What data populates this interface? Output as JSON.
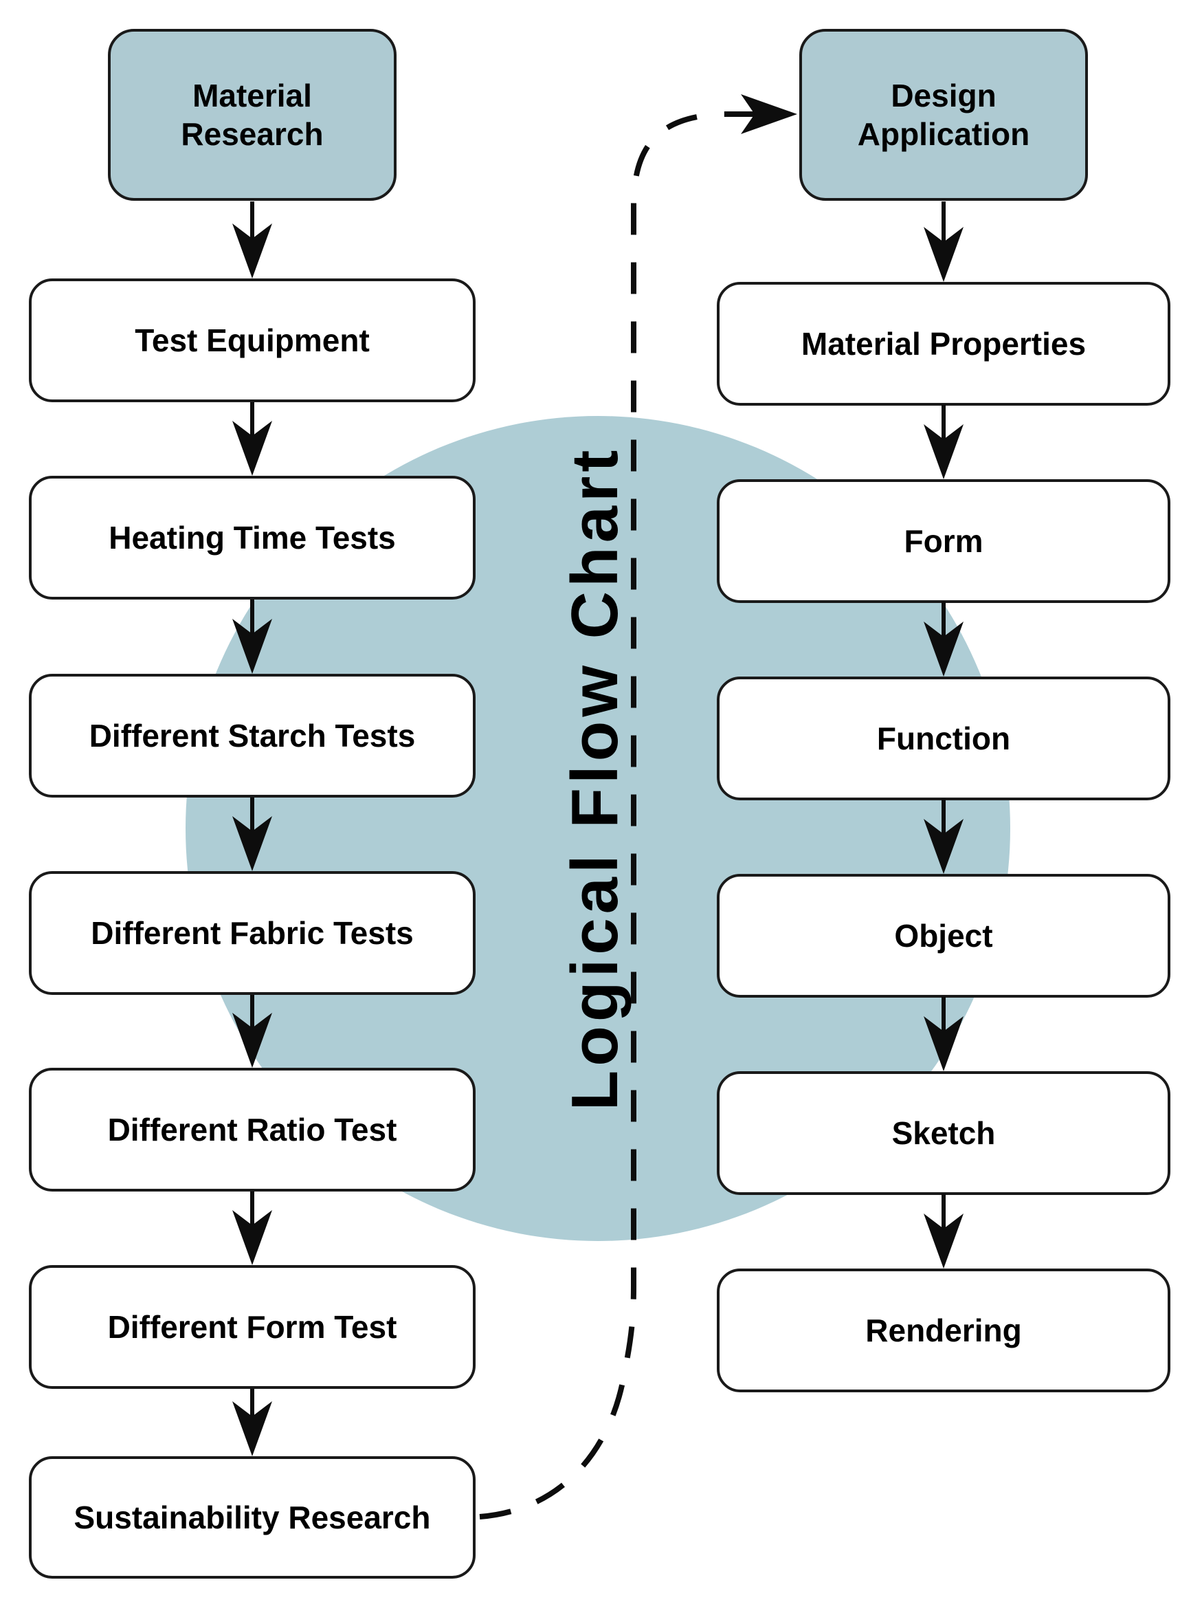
{
  "diagram_title": "Logical Flow Chart",
  "colors": {
    "header_fill": "#aecad2",
    "circle_fill": "#aecdd5",
    "step_fill": "#ffffff",
    "line_color": "#0d0d0d",
    "border_color": "#1a1a1a"
  },
  "columns": {
    "left": {
      "header": {
        "label": "Material Research"
      },
      "items": [
        {
          "label": "Test Equipment"
        },
        {
          "label": "Heating Time Tests"
        },
        {
          "label": "Different Starch Tests"
        },
        {
          "label": "Different Fabric Tests"
        },
        {
          "label": "Different Ratio Test"
        },
        {
          "label": "Different Form Test"
        },
        {
          "label": "Sustainability Research"
        }
      ]
    },
    "right": {
      "header": {
        "label": "Design Application"
      },
      "items": [
        {
          "label": "Material Properties"
        },
        {
          "label": "Form"
        },
        {
          "label": "Function"
        },
        {
          "label": "Object"
        },
        {
          "label": "Sketch"
        },
        {
          "label": "Rendering"
        }
      ]
    }
  },
  "connections": {
    "feedback_loop": "dashed arrow from Sustainability Research to Design Application"
  }
}
